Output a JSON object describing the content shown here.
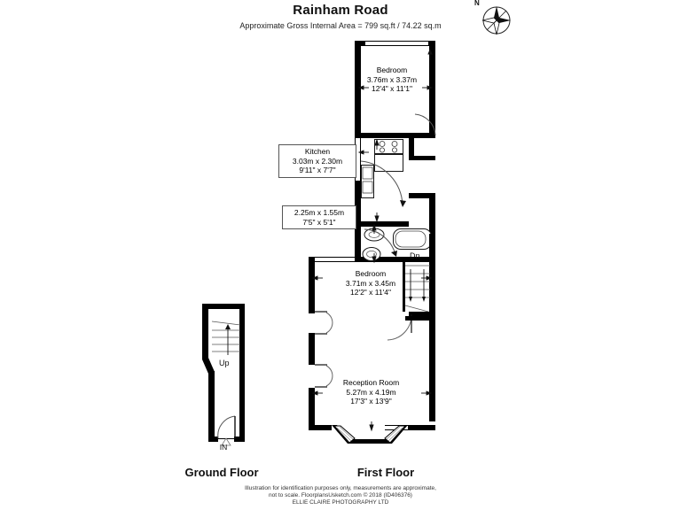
{
  "header": {
    "title": "Rainham Road",
    "subtitle": "Approximate Gross Internal Area = 799 sq.ft / 74.22 sq.m"
  },
  "compass": {
    "north_label": "N",
    "icon": "compass-rose-icon"
  },
  "floors": [
    {
      "id": "ground",
      "label": "Ground Floor"
    },
    {
      "id": "first",
      "label": "First Floor"
    }
  ],
  "ground_floor": {
    "stairs_label": "Up",
    "entrance_label": "IN"
  },
  "first_floor": {
    "stairs_label": "Dn",
    "rooms": [
      {
        "id": "bedroom-top",
        "name": "Bedroom",
        "metric": "3.76m x 3.37m",
        "imperial": "12'4\" x 11'1\""
      },
      {
        "id": "kitchen",
        "name": "Kitchen",
        "metric": "3.03m x 2.30m",
        "imperial": "9'11\" x 7'7\""
      },
      {
        "id": "bathroom",
        "name": "",
        "metric": "2.25m x 1.55m",
        "imperial": "7'5\" x 5'1\""
      },
      {
        "id": "bedroom-lower",
        "name": "Bedroom",
        "metric": "3.71m x 3.45m",
        "imperial": "12'2\" x 11'4\""
      },
      {
        "id": "reception-room",
        "name": "Reception Room",
        "metric": "5.27m x 4.19m",
        "imperial": "17'3\" x 13'9\""
      }
    ]
  },
  "footer": {
    "line1": "Illustration for identification purposes only, measurements are approximate,",
    "line2": "not to scale. FloorplansUsketch.com © 2018 (ID406376)",
    "line3": "ELLIE CLAIRE PHOTOGRAPHY LTD"
  },
  "colors": {
    "wall": "#000000",
    "paper": "#ffffff",
    "text": "#111111"
  }
}
